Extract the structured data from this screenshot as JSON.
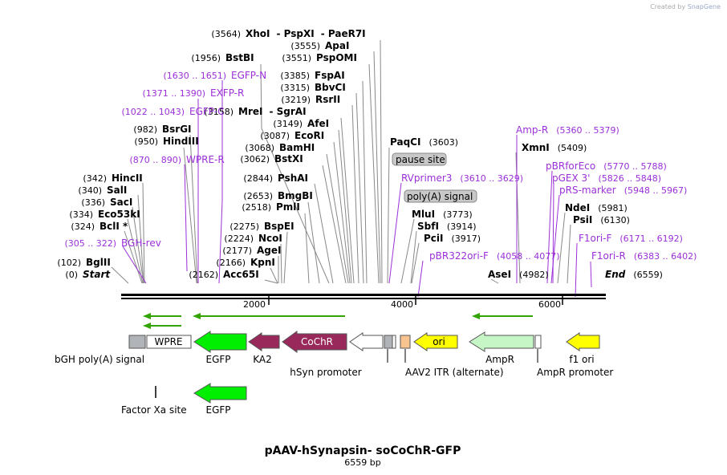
{
  "credit": {
    "prefix": "Created by",
    "brand": "SnapGene"
  },
  "title": "pAAV-hSynapsin- soCoChR-GFP",
  "subtitle": "6559 bp",
  "colors": {
    "enzyme": "#000000",
    "primer": "#9b30d9",
    "featureGreen": "#00ee00",
    "featureMaroon": "#99295a",
    "featureYellow": "#ffff00",
    "featureLightGreen": "#c6f5c6",
    "featureGray": "#b0b4b8",
    "featurePeach": "#f7c490",
    "primerArrow": "#33a300"
  },
  "ruler": {
    "ticks": [
      "2000",
      "4000",
      "6000"
    ]
  },
  "labels": [
    {
      "id": "xhoi",
      "pos": "(3564)",
      "name": "XhoI",
      "extra": [
        "- PspXI",
        "- PaeR7I"
      ],
      "type": "enzyme"
    },
    {
      "id": "apai",
      "pos": "(3555)",
      "name": "ApaI",
      "type": "enzyme"
    },
    {
      "id": "bstbi",
      "pos": "(1956)",
      "name": "BstBI",
      "type": "enzyme"
    },
    {
      "id": "pspomi",
      "pos": "(3551)",
      "name": "PspOMI",
      "type": "enzyme"
    },
    {
      "id": "egfpn",
      "pos": "(1630 .. 1651)",
      "name": "EGFP-N",
      "type": "primer"
    },
    {
      "id": "fspai",
      "pos": "(3385)",
      "name": "FspAI",
      "type": "enzyme"
    },
    {
      "id": "bbvci",
      "pos": "(3315)",
      "name": "BbvCI",
      "type": "enzyme"
    },
    {
      "id": "exfpr",
      "pos": "(1371 .. 1390)",
      "name": "EXFP-R",
      "type": "primer"
    },
    {
      "id": "rsrii",
      "pos": "(3219)",
      "name": "RsrII",
      "type": "enzyme"
    },
    {
      "id": "mrei",
      "pos": "(3158)",
      "name": "MreI",
      "extra": [
        "- SgrAI"
      ],
      "type": "enzyme"
    },
    {
      "id": "egfpc",
      "pos": "(1022 .. 1043)",
      "name": "EGFP-C",
      "type": "primer"
    },
    {
      "id": "afei",
      "pos": "(3149)",
      "name": "AfeI",
      "type": "enzyme"
    },
    {
      "id": "bsrgi",
      "pos": "(982)",
      "name": "BsrGI",
      "type": "enzyme"
    },
    {
      "id": "ecori",
      "pos": "(3087)",
      "name": "EcoRI",
      "type": "enzyme"
    },
    {
      "id": "hindiii",
      "pos": "(950)",
      "name": "HindIII",
      "type": "enzyme"
    },
    {
      "id": "bamhi",
      "pos": "(3068)",
      "name": "BamHI",
      "type": "enzyme"
    },
    {
      "id": "paqci",
      "pos": "(3603)",
      "name": "PaqCI",
      "pos_after": true,
      "type": "enzyme"
    },
    {
      "id": "xmni",
      "pos": "(5409)",
      "name": "XmnI",
      "pos_after": true,
      "type": "enzyme"
    },
    {
      "id": "ampr",
      "pos": "(5360 .. 5379)",
      "name": "Amp-R",
      "pos_after": true,
      "type": "primer"
    },
    {
      "id": "bstxi",
      "pos": "(3062)",
      "name": "BstXI",
      "type": "enzyme"
    },
    {
      "id": "wprer",
      "pos": "(870 .. 890)",
      "name": "WPRE-R",
      "type": "primer"
    },
    {
      "id": "pbrforeco",
      "pos": "(5770 .. 5788)",
      "name": "pBRforEco",
      "pos_after": true,
      "type": "primer"
    },
    {
      "id": "hincii",
      "pos": "(342)",
      "name": "HincII",
      "type": "enzyme"
    },
    {
      "id": "pshai",
      "pos": "(2844)",
      "name": "PshAI",
      "type": "enzyme"
    },
    {
      "id": "rvprimer3",
      "pos": "(3610 .. 3629)",
      "name": "RVprimer3",
      "pos_after": true,
      "type": "primer"
    },
    {
      "id": "pgex3",
      "pos": "(5826 .. 5848)",
      "name": "pGEX 3'",
      "pos_after": true,
      "type": "primer"
    },
    {
      "id": "sali",
      "pos": "(340)",
      "name": "SalI",
      "type": "enzyme"
    },
    {
      "id": "prsmarker",
      "pos": "(5948 .. 5967)",
      "name": "pRS-marker",
      "pos_after": true,
      "type": "primer"
    },
    {
      "id": "bmgbi",
      "pos": "(2653)",
      "name": "BmgBI",
      "type": "enzyme"
    },
    {
      "id": "saci",
      "pos": "(336)",
      "name": "SacI",
      "type": "enzyme"
    },
    {
      "id": "pmli",
      "pos": "(2518)",
      "name": "PmlI",
      "type": "enzyme"
    },
    {
      "id": "ndei",
      "pos": "(5981)",
      "name": "NdeI",
      "pos_after": true,
      "type": "enzyme"
    },
    {
      "id": "eco53ki",
      "pos": "(334)",
      "name": "Eco53kI",
      "type": "enzyme"
    },
    {
      "id": "mlui",
      "pos": "(3773)",
      "name": "MluI",
      "pos_after": true,
      "type": "enzyme"
    },
    {
      "id": "bcli",
      "pos": "(324)",
      "name": "BclI *",
      "type": "enzyme"
    },
    {
      "id": "psii",
      "pos": "(6130)",
      "name": "PsiI",
      "pos_after": true,
      "type": "enzyme"
    },
    {
      "id": "bspei",
      "pos": "(2275)",
      "name": "BspEI",
      "type": "enzyme"
    },
    {
      "id": "sbfi",
      "pos": "(3914)",
      "name": "SbfI",
      "pos_after": true,
      "type": "enzyme"
    },
    {
      "id": "nçoi",
      "pos": "(2224)",
      "name": "NcoI",
      "type": "enzyme"
    },
    {
      "id": "pcii",
      "pos": "(3917)",
      "name": "PciI",
      "pos_after": true,
      "type": "enzyme"
    },
    {
      "id": "f1orif",
      "pos": "(6171 .. 6192)",
      "name": "F1ori-F",
      "pos_after": true,
      "type": "primer"
    },
    {
      "id": "bghrev",
      "pos": "(305 .. 322)",
      "name": "BGH-rev",
      "type": "primer"
    },
    {
      "id": "agei",
      "pos": "(2177)",
      "name": "AgeI",
      "type": "enzyme"
    },
    {
      "id": "pbr322orif",
      "pos": "(4058 .. 4077)",
      "name": "pBR322ori-F",
      "pos_after": true,
      "type": "primer"
    },
    {
      "id": "f1orir",
      "pos": "(6383 .. 6402)",
      "name": "F1ori-R",
      "pos_after": true,
      "type": "primer"
    },
    {
      "id": "bglii",
      "pos": "(102)",
      "name": "BglII",
      "type": "enzyme"
    },
    {
      "id": "kpni",
      "pos": "(2166)",
      "name": "KpnI",
      "type": "enzyme"
    },
    {
      "id": "start",
      "pos": "(0)",
      "name": "Start",
      "type": "end"
    },
    {
      "id": "acc65i",
      "pos": "(2162)",
      "name": "Acc65I",
      "type": "enzyme"
    },
    {
      "id": "asei",
      "pos": "(4982)",
      "name": "AseI",
      "pos_after": true,
      "type": "enzyme"
    },
    {
      "id": "end",
      "pos": "(6559)",
      "name": "End",
      "pos_after": true,
      "type": "end"
    }
  ],
  "boxes": {
    "pause": "pause site",
    "polya": "poly(A) signal"
  },
  "features": {
    "wpre": "WPRE",
    "cochr": "CoChR",
    "ori": "ori",
    "bgh": "bGH poly(A) signal",
    "egfp": "EGFP",
    "ka2": "KA2",
    "hsyn": "hSyn promoter",
    "aav2": "AAV2 ITR (alternate)",
    "ampr": "AmpR",
    "amprpromoter": "AmpR promoter",
    "f1ori": "f1 ori",
    "factorxa": "Factor Xa site",
    "egfp2": "EGFP"
  }
}
